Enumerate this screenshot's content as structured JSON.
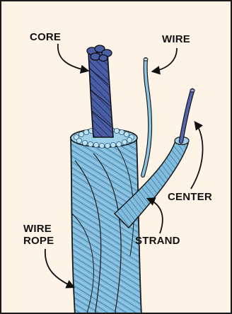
{
  "labels": {
    "core": "CORE",
    "wire": "WIRE",
    "center": "CENTER",
    "wire_rope_line1": "WIRE",
    "wire_rope_line2": "ROPE",
    "strand": "STRAND"
  },
  "colors": {
    "background": "#fdf3e6",
    "rope_blue": "#79b6d8",
    "core_blue": "#3d4f96",
    "outline": "#1a1a1a"
  }
}
